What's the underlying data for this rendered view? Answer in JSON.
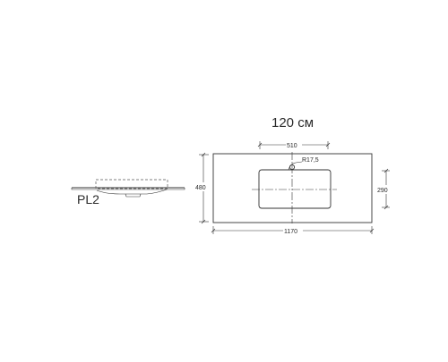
{
  "title": "120 см",
  "model_code": "PL2",
  "dimensions": {
    "bowl_width": "510",
    "corner_radius": "R17,5",
    "total_depth": "480",
    "bowl_depth": "290",
    "total_width": "1170"
  }
}
